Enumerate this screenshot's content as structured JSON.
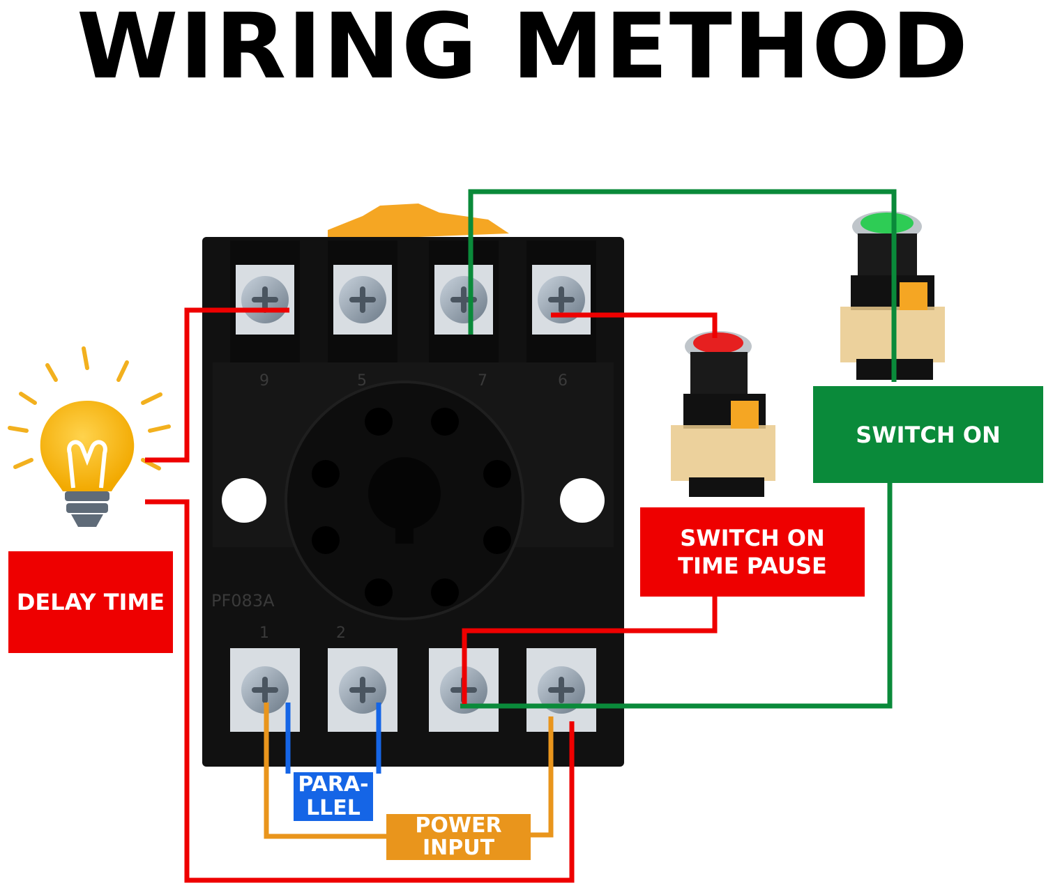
{
  "title": "WIRING METHOD",
  "labels": {
    "switch_on": "SWITCH ON",
    "switch_on_time_pause_line1": "SWITCH ON",
    "switch_on_time_pause_line2": "TIME PAUSE",
    "delay_time": "DELAY TIME",
    "parallel_line1": "PARA-",
    "parallel_line2": "LLEL",
    "power_input_line1": "POWER",
    "power_input_line2": "INPUT"
  },
  "relay_base": {
    "model": "PF083A",
    "top_terminals": [
      "9",
      "5",
      "7",
      "6"
    ],
    "bottom_terminals": [
      "1",
      "2"
    ]
  },
  "colors": {
    "red": "#ee0000",
    "green": "#0a8a3a",
    "blue": "#1565e6",
    "orange": "#e9951c"
  }
}
